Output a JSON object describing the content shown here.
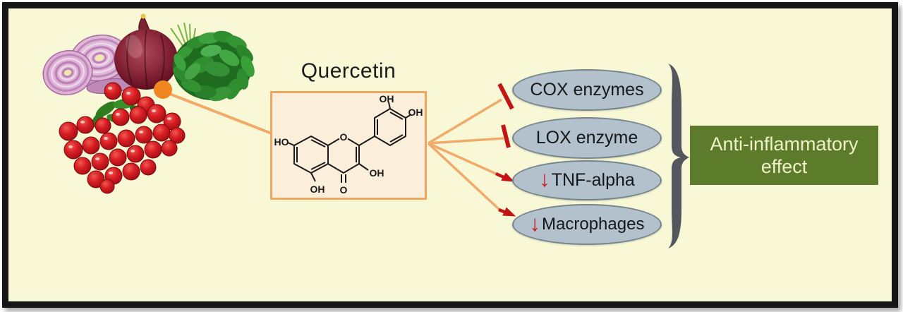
{
  "title": "Quercetin",
  "molecule": {
    "labels": {
      "ho_7": "HO",
      "oh_5": "OH",
      "o_ring": "O",
      "o_carbonyl": "O",
      "oh_3": "OH",
      "oh_3prime": "OH",
      "oh_4prime": "OH"
    }
  },
  "sources": {
    "items": [
      {
        "name": "red-onion-slices"
      },
      {
        "name": "red-onion"
      },
      {
        "name": "leafy-greens"
      },
      {
        "name": "cranberries"
      }
    ]
  },
  "targets": [
    {
      "label": "COX enzymes",
      "effect": "inhibited"
    },
    {
      "label": "LOX enzyme",
      "effect": "inhibited"
    },
    {
      "label": "TNF-alpha",
      "effect": "decreased",
      "down_arrow": "↓"
    },
    {
      "label": "Macrophages",
      "effect": "decreased",
      "down_arrow": "↓"
    }
  ],
  "outcome": {
    "line1": "Anti-inflammatory",
    "line2": "effect"
  },
  "colors": {
    "background": "#f8f8d7",
    "frame": "#161616",
    "accent_orange": "#f2aa6b",
    "inhibit_red": "#c41414",
    "node_fill": "#b2c1cb",
    "node_border": "#76848e",
    "outcome_green": "#5d7c2b",
    "outcome_text": "#eff1c9",
    "brace": "#53585e",
    "molecule_box_fill": "#fbeeda",
    "molecule_box_border": "#f0a661",
    "dot_orange": "#f0861f",
    "text_dark": "#1c1c1c"
  }
}
